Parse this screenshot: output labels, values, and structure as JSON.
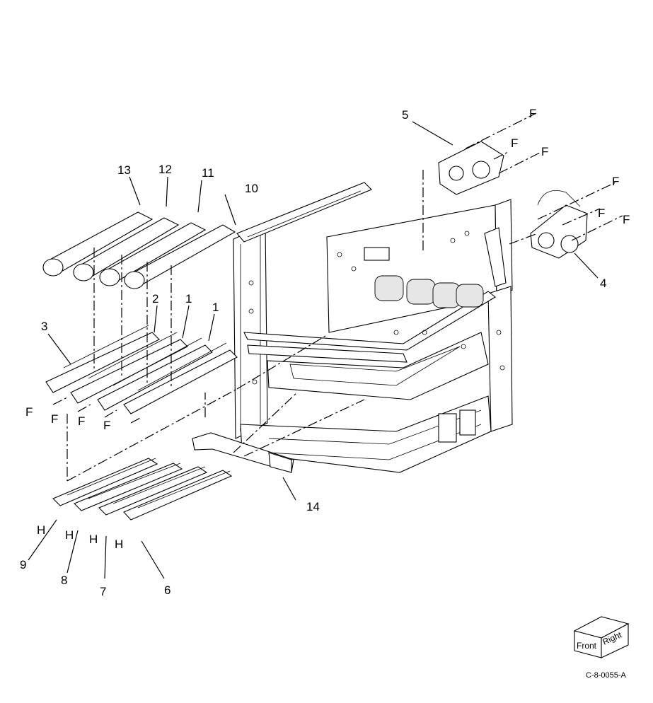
{
  "callouts": {
    "c1a": "1",
    "c1b": "1",
    "c2": "2",
    "c3": "3",
    "c4": "4",
    "c5": "5",
    "c6": "6",
    "c7": "7",
    "c8": "8",
    "c9": "9",
    "c10": "10",
    "c11": "11",
    "c12": "12",
    "c13": "13",
    "c14": "14"
  },
  "fastener_labels": {
    "F": "F",
    "H": "H"
  },
  "orientation_cube": {
    "front": "Front",
    "right": "Right"
  },
  "figure_id": "C-8-0055-A"
}
